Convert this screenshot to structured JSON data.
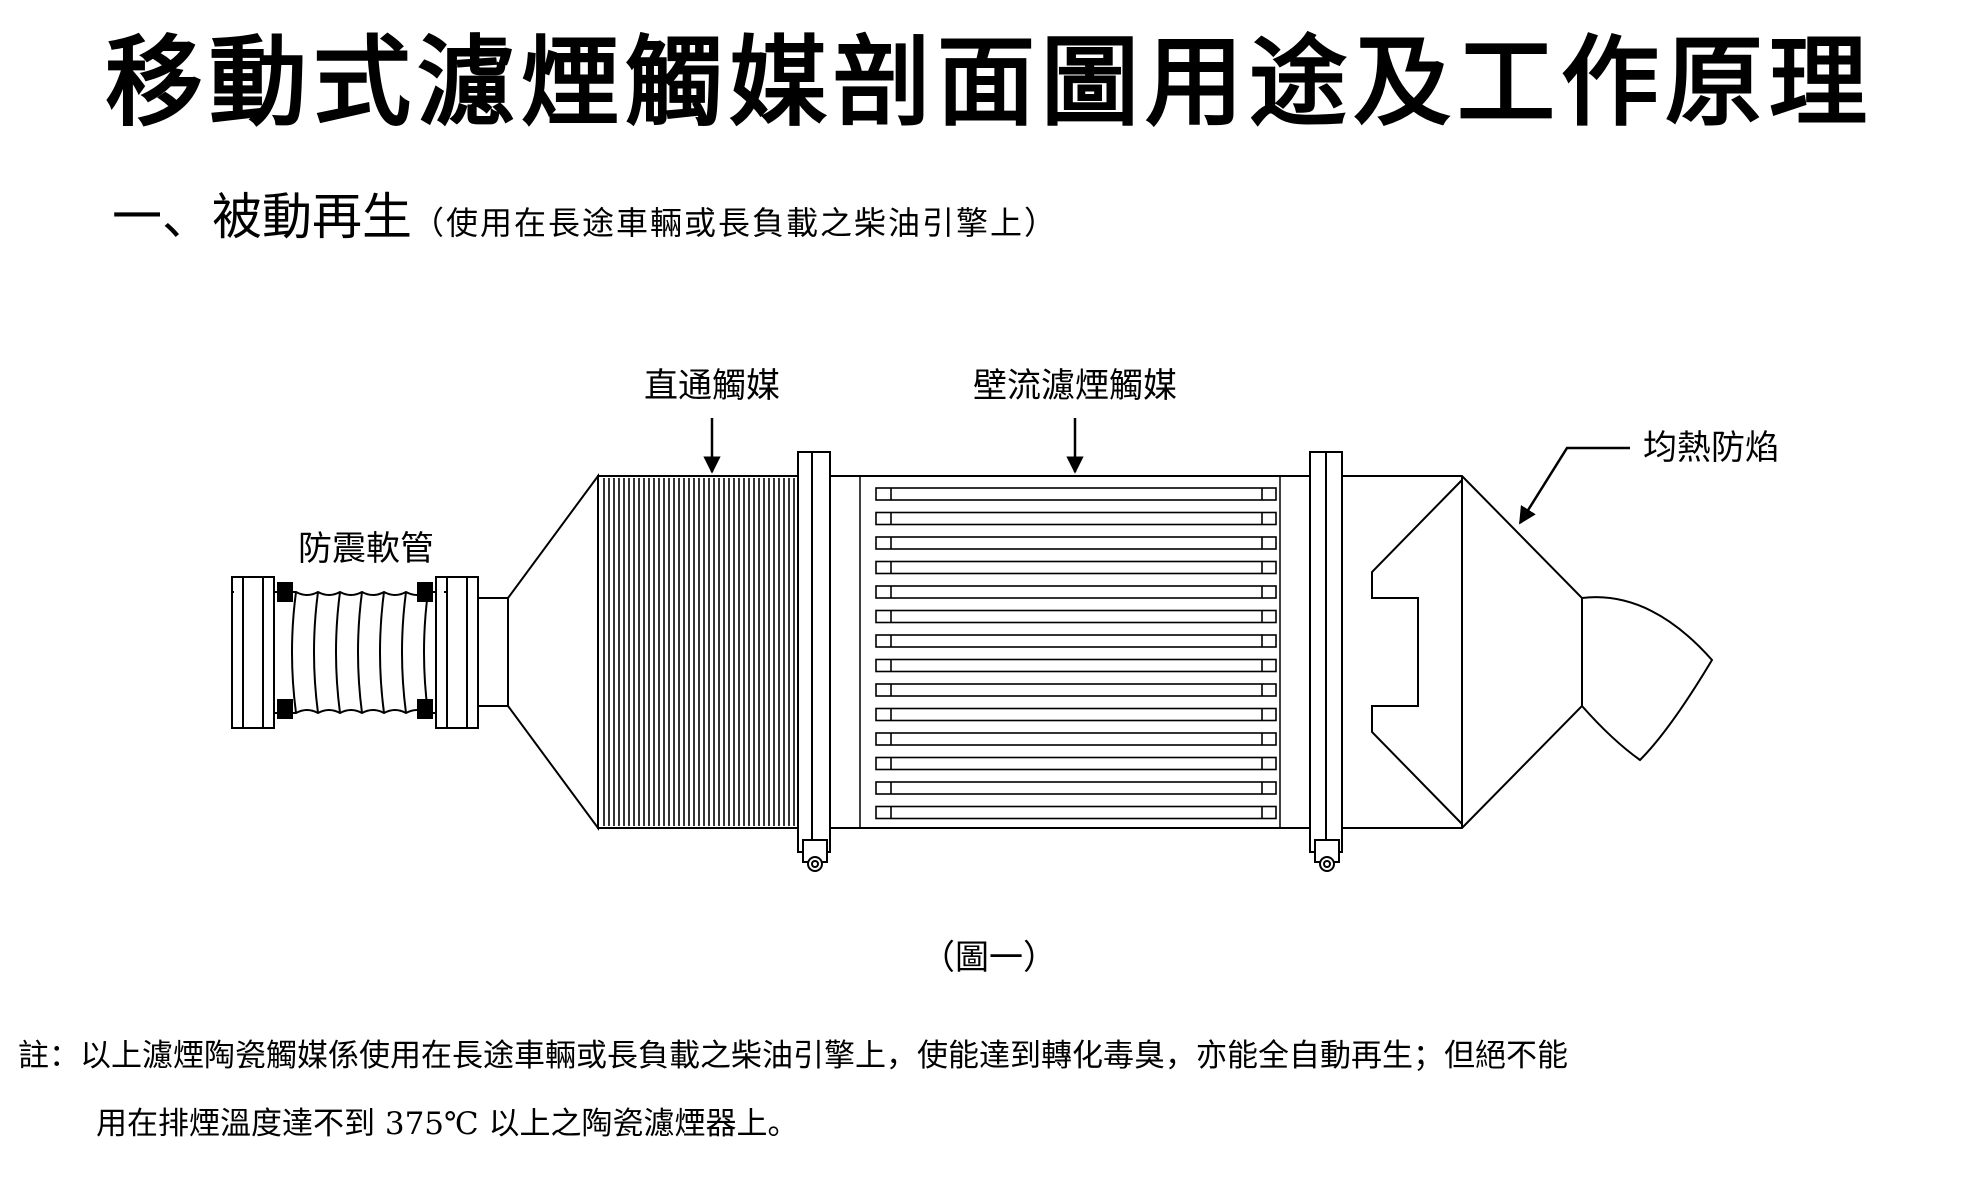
{
  "title": "移動式濾煙觸媒剖面圖用途及工作原理",
  "section": {
    "heading": "一、被動再生",
    "subtitle": "（使用在長途車輛或長負載之柴油引擎上）"
  },
  "diagram": {
    "labels": {
      "straight_catalyst": "直通觸媒",
      "wall_flow_catalyst": "壁流濾煙觸媒",
      "heat_flame": "均熱防焰",
      "flex_pipe": "防震軟管"
    }
  },
  "caption": "（圖一）",
  "note": {
    "line1": "註：以上濾煙陶瓷觸媒係使用在長途車輛或長負載之柴油引擎上，使能達到轉化毒臭，亦能全自動再生；但絕不能",
    "line2": "用在排煙溫度達不到 375℃ 以上之陶瓷濾煙器上。"
  },
  "colors": {
    "line": "#000000",
    "background": "#ffffff"
  }
}
